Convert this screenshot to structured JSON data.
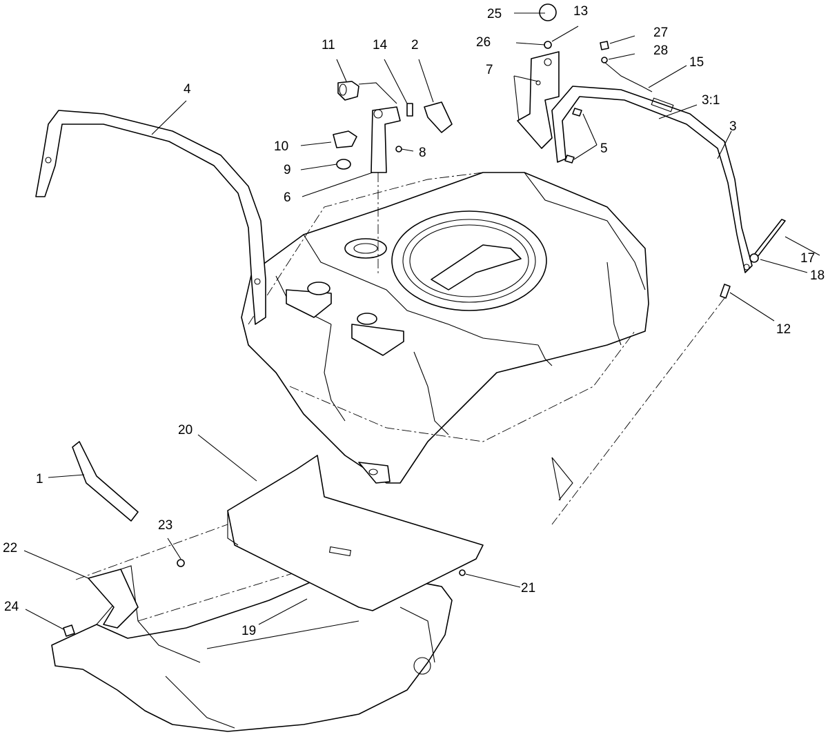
{
  "callouts": [
    {
      "id": "c1",
      "text": "1"
    },
    {
      "id": "c2",
      "text": "2"
    },
    {
      "id": "c3",
      "text": "3"
    },
    {
      "id": "c3-1",
      "text": "3:1"
    },
    {
      "id": "c4",
      "text": "4"
    },
    {
      "id": "c5",
      "text": "5"
    },
    {
      "id": "c6",
      "text": "6"
    },
    {
      "id": "c7",
      "text": "7"
    },
    {
      "id": "c8",
      "text": "8"
    },
    {
      "id": "c9",
      "text": "9"
    },
    {
      "id": "c10",
      "text": "10"
    },
    {
      "id": "c11",
      "text": "11"
    },
    {
      "id": "c12",
      "text": "12"
    },
    {
      "id": "c13",
      "text": "13"
    },
    {
      "id": "c14",
      "text": "14"
    },
    {
      "id": "c15",
      "text": "15"
    },
    {
      "id": "c17",
      "text": "17"
    },
    {
      "id": "c18",
      "text": "18"
    },
    {
      "id": "c19",
      "text": "19"
    },
    {
      "id": "c20",
      "text": "20"
    },
    {
      "id": "c21",
      "text": "21"
    },
    {
      "id": "c22",
      "text": "22"
    },
    {
      "id": "c23",
      "text": "23"
    },
    {
      "id": "c24",
      "text": "24"
    },
    {
      "id": "c25",
      "text": "25"
    },
    {
      "id": "c26",
      "text": "26"
    },
    {
      "id": "c27",
      "text": "27"
    },
    {
      "id": "c28",
      "text": "28"
    }
  ],
  "colors": {
    "line": "#000000",
    "background": "#ffffff"
  }
}
